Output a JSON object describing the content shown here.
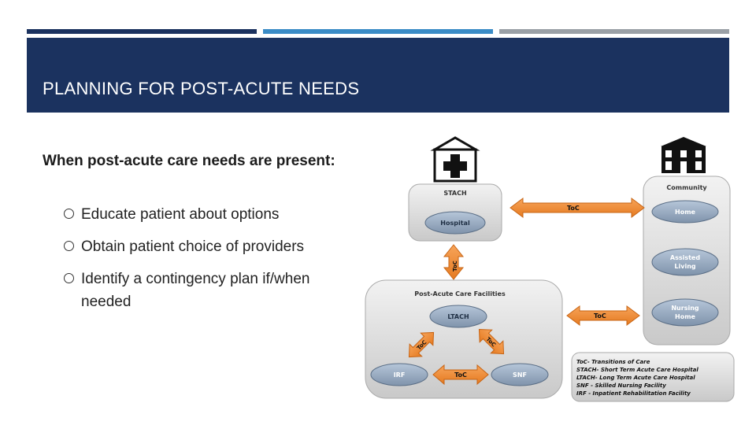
{
  "slide": {
    "title": "PLANNING FOR POST-ACUTE NEEDS",
    "lead": "When post-acute care needs are present:",
    "bullets": [
      "Educate patient about options",
      "Obtain patient choice of providers",
      "Identify a contingency plan if/when needed"
    ],
    "colors": {
      "banner": "#1b325f",
      "stripe_dark": "#1b325f",
      "stripe_blue": "#3b8cc6",
      "stripe_gray": "#9aa0a6",
      "arrow": "#f08a2f"
    }
  },
  "diagram": {
    "stach_label": "STACH",
    "hospital": "Hospital",
    "community_label": "Community",
    "home": "Home",
    "assisted_living": [
      "Assisted",
      "Living"
    ],
    "nursing_home": [
      "Nursing",
      "Home"
    ],
    "pac_label": "Post-Acute Care Facilities",
    "ltach": "LTACH",
    "irf": "IRF",
    "snf": "SNF",
    "toc": "ToC",
    "legend": [
      "ToC- Transitions of Care",
      "STACH- Short Term Acute Care Hospital",
      "LTACH- Long Term Acute Care Hospital",
      "SNF - Skilled Nursing Facility",
      "IRF - Inpatient Rehabilitation Facility"
    ],
    "icons": [
      "hospital-cross-icon",
      "community-building-icon"
    ]
  }
}
